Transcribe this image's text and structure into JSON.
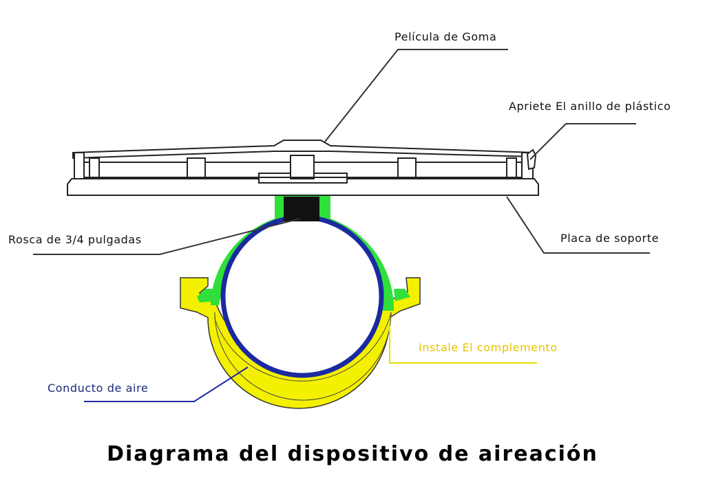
{
  "labels": {
    "membrane": "Película de Goma",
    "clamp_ring": "Apriete El anillo de plástico",
    "thread": "Rosca de 3/4 pulgadas",
    "support_plate": "Placa de soporte",
    "fitting": "Instale El complemento",
    "air_pipe": "Conducto de aire"
  },
  "title": "Diagrama del dispositivo de aireación",
  "colors": {
    "outline": "#111111",
    "fitting_yellow": "#f3f000",
    "saddle_green": "#2fe03a",
    "pipe_blue": "#1b2aa0",
    "thread_block": "#111111",
    "fitting_label": "#e8c400",
    "pipe_label": "#1c2a77"
  }
}
